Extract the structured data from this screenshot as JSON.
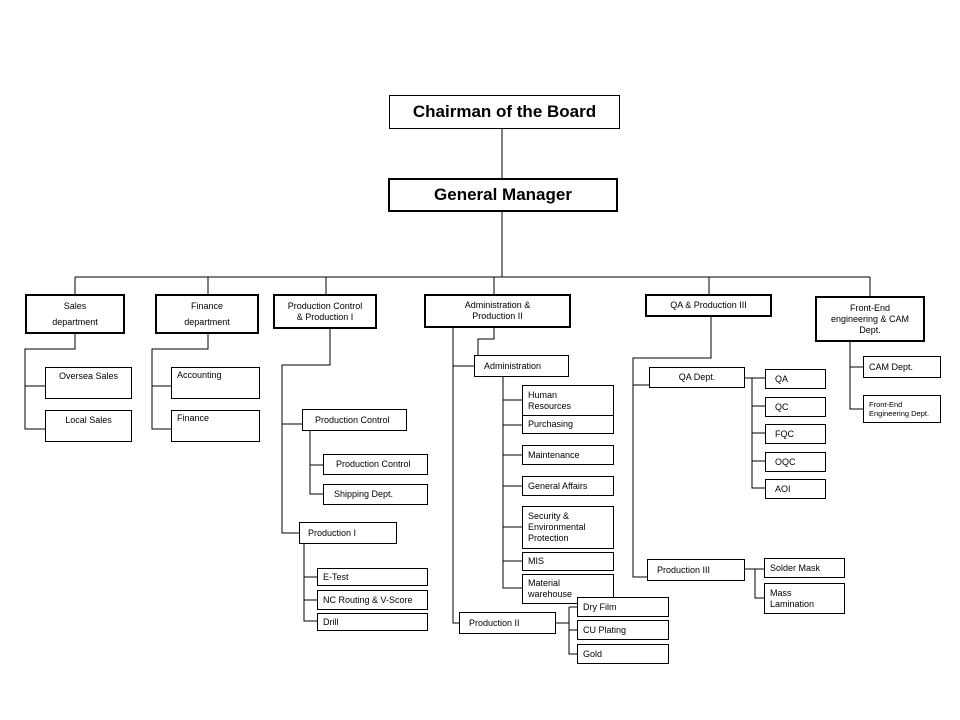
{
  "nodes": {
    "chairman": "Chairman of the Board",
    "general_manager": "General Manager",
    "sales": "Sales\ndepartment",
    "finance_dept": "Finance\ndepartment",
    "prod_ctrl_1": "Production Control\n& Production I",
    "admin_2": "Administration &\nProduction II",
    "qa_3": "QA & Production III",
    "frontend": "Front-End\nengineering & CAM\nDept.",
    "oversea_sales": "Oversea Sales",
    "local_sales": "Local Sales",
    "accounting": "Accounting",
    "finance": "Finance",
    "production_control": "Production Control",
    "production_control_sub": "Production Control",
    "shipping": "Shipping Dept.",
    "production_1": "Production I",
    "etest": "E-Test",
    "nc_routing": "NC Routing & V-Score",
    "drill": "Drill",
    "administration": "Administration",
    "human_resources": "Human\nResources",
    "purchasing": "Purchasing",
    "maintenance": "Maintenance",
    "general_affairs": "General Affairs",
    "security": "Security &\nEnvironmental\nProtection",
    "mis": "MIS",
    "material_warehouse": "Material\nwarehouse",
    "production_2": "Production II",
    "dry_film": "Dry Film",
    "cu_plating": "CU Plating",
    "gold": "Gold",
    "qa_dept": "QA Dept.",
    "qa": "QA",
    "qc": "QC",
    "fqc": "FQC",
    "oqc": "OQC",
    "aoi": "AOI",
    "production_3": "Production III",
    "solder_mask": "Solder Mask",
    "mass_lamination": "Mass\nLamination",
    "cam_dept": "CAM Dept.",
    "frontend_eng": "Front-End\nEngineering Dept."
  }
}
